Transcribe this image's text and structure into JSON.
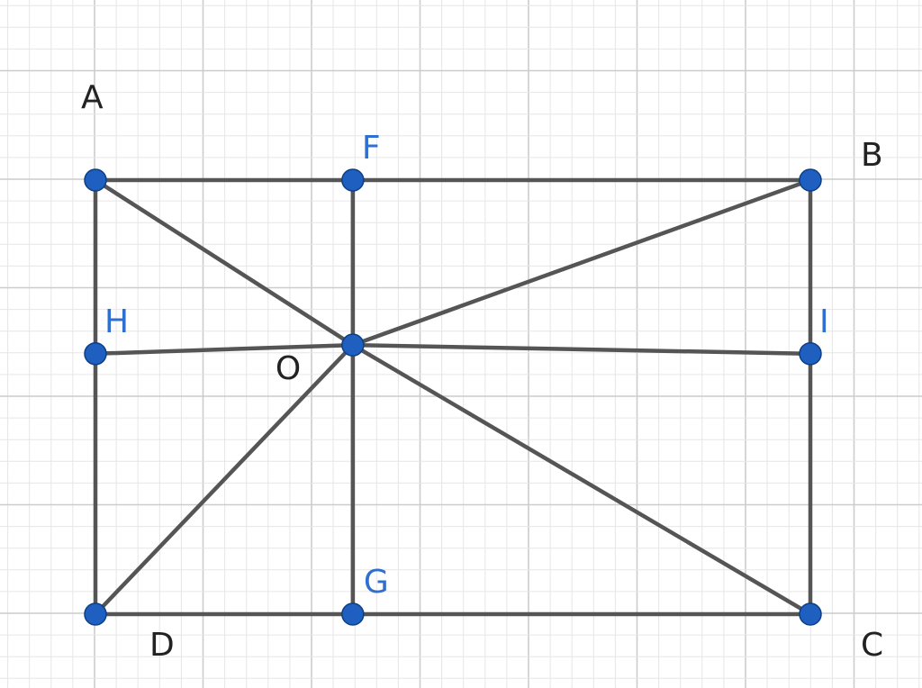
{
  "diagram": {
    "points": [
      {
        "id": "A",
        "label": "A",
        "x": 0,
        "y": 0,
        "label_color": "#222222",
        "marker": true
      },
      {
        "id": "F",
        "label": "F",
        "x": 0.36,
        "y": 0,
        "label_color": "#2f6fcf",
        "marker": true
      },
      {
        "id": "B",
        "label": "B",
        "x": 1,
        "y": 0,
        "label_color": "#222222",
        "marker": true
      },
      {
        "id": "H",
        "label": "H",
        "x": 0,
        "y": 0.4,
        "label_color": "#2f6fcf",
        "marker": true
      },
      {
        "id": "O",
        "label": "O",
        "x": 0.36,
        "y": 0.38,
        "label_color": "#222222",
        "marker": true
      },
      {
        "id": "I",
        "label": "I",
        "x": 1,
        "y": 0.4,
        "label_color": "#2f6fcf",
        "marker": true
      },
      {
        "id": "D",
        "label": "D",
        "x": 0,
        "y": 1,
        "label_color": "#222222",
        "marker": true
      },
      {
        "id": "G",
        "label": "G",
        "x": 0.36,
        "y": 1,
        "label_color": "#2f6fcf",
        "marker": true
      },
      {
        "id": "C",
        "label": "C",
        "x": 1,
        "y": 1,
        "label_color": "#222222",
        "marker": true
      }
    ],
    "segments": [
      [
        "A",
        "B"
      ],
      [
        "B",
        "C"
      ],
      [
        "C",
        "D"
      ],
      [
        "D",
        "A"
      ],
      [
        "F",
        "O"
      ],
      [
        "O",
        "G"
      ],
      [
        "H",
        "O"
      ],
      [
        "O",
        "I"
      ],
      [
        "A",
        "O"
      ],
      [
        "O",
        "C"
      ],
      [
        "B",
        "O"
      ],
      [
        "O",
        "D"
      ]
    ],
    "colors": {
      "segment": "#555555",
      "point_fill": "#1f5fbf",
      "grid_major": "#cccccc",
      "grid_minor": "#e6e6e6"
    }
  }
}
